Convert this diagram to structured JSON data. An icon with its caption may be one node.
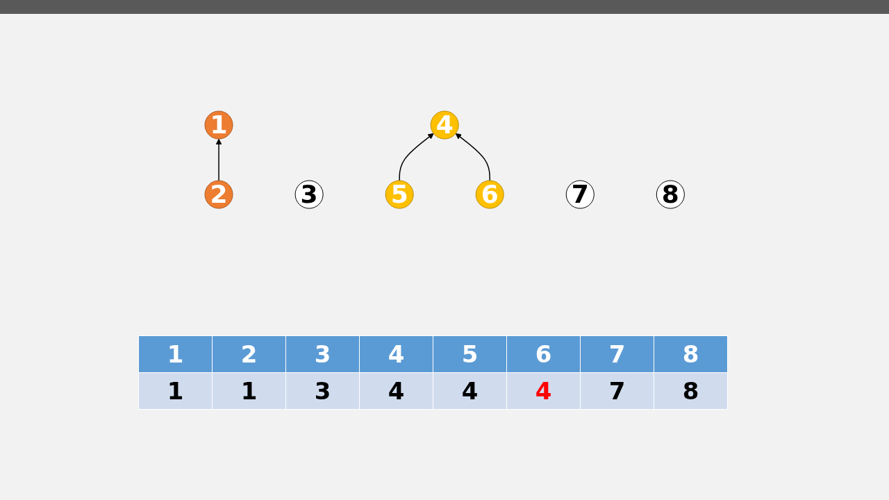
{
  "diagram": {
    "nodes": [
      {
        "text": [
          "1"
        ]
      },
      {
        "text": [
          "2"
        ]
      },
      {
        "text": [
          "3"
        ]
      },
      {
        "text": [
          "4"
        ]
      },
      {
        "text": [
          "5"
        ]
      },
      {
        "text": [
          "6"
        ]
      },
      {
        "text": [
          "7"
        ]
      },
      {
        "text": [
          "8"
        ]
      }
    ],
    "edges": [
      {
        "from": 1,
        "to": 0,
        "arrow": "to"
      },
      {
        "from": 4,
        "to": 3,
        "arrow": "to"
      },
      {
        "from": 5,
        "to": 3,
        "arrow": "to"
      }
    ],
    "labels": [
      "1",
      "2",
      "3",
      "4",
      "5",
      "6",
      "7",
      "8",
      "1",
      "1",
      "3",
      "4",
      "4",
      "4",
      "7",
      "8"
    ]
  }
}
